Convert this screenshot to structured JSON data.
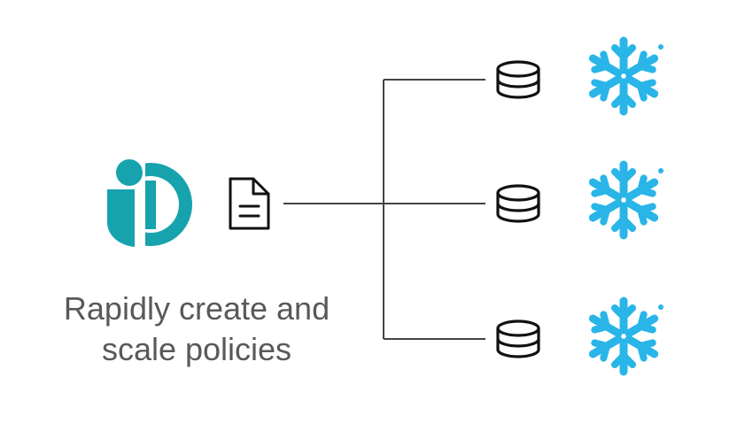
{
  "caption": {
    "line1": "Rapidly create and",
    "line2": "scale policies"
  },
  "icons": {
    "brand_logo": "immuta-logo",
    "policy": "document-icon",
    "database": "database-icon",
    "target": "snowflake-logo"
  },
  "targets": [
    {
      "database_icon": "database-icon",
      "logo": "snowflake-logo"
    },
    {
      "database_icon": "database-icon",
      "logo": "snowflake-logo"
    },
    {
      "database_icon": "database-icon",
      "logo": "snowflake-logo"
    }
  ],
  "colors": {
    "brand_teal": "#16A3AD",
    "snowflake_blue": "#29B5E8",
    "line": "#444444",
    "caption": "#595959",
    "icon_stroke": "#111111"
  }
}
